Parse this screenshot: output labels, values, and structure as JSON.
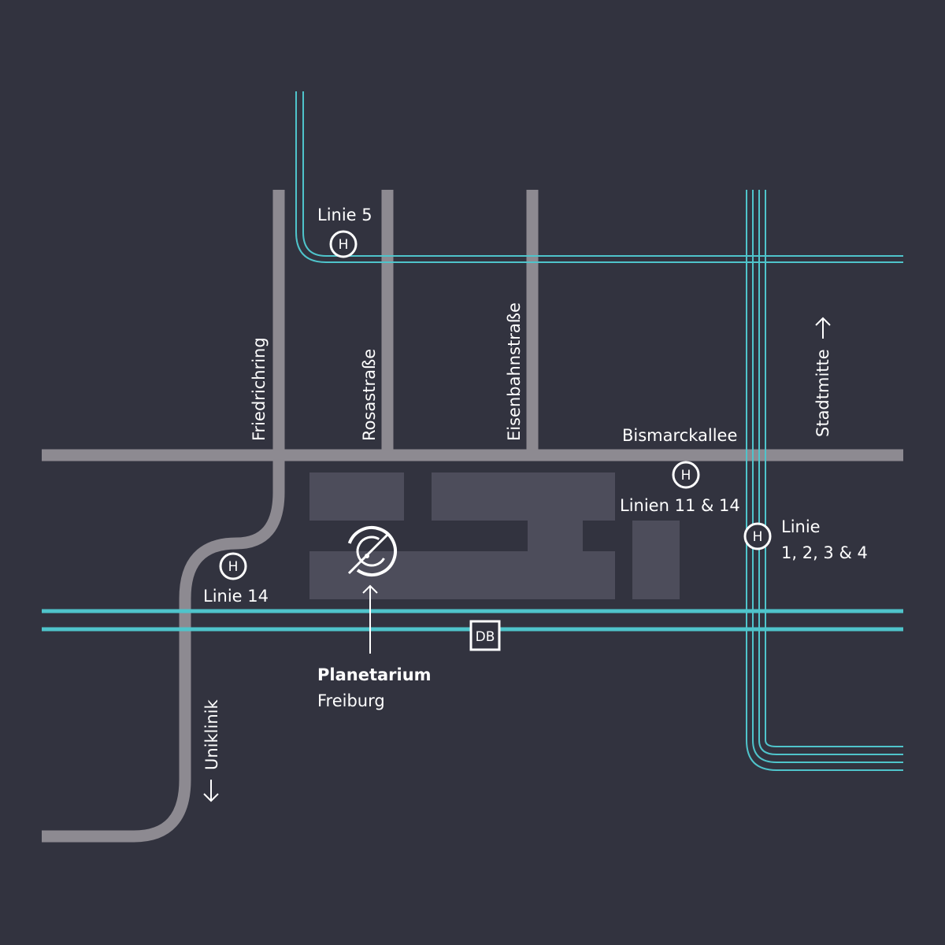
{
  "colors": {
    "background": "#32333f",
    "road": "#8d8a91",
    "tram": "#4fc4cb",
    "building": "#4d4d5b",
    "label": "#ffffff"
  },
  "streets": {
    "friedrichring": "Friedrichring",
    "rosastrasse": "Rosastraße",
    "eisenbahnstrasse": "Eisenbahnstraße",
    "bismarckallee": "Bismarckallee"
  },
  "directions": {
    "stadtmitte": "Stadtmitte",
    "uniklinik": "Uniklinik"
  },
  "stops": {
    "symbol": "H",
    "linie5": "Linie 5",
    "linien11_14": "Linien 11 & 14",
    "linie14": "Linie 14",
    "linie1234_line1": "Linie",
    "linie1234_line2": "1, 2, 3 & 4"
  },
  "rail": {
    "db_label": "DB"
  },
  "destination": {
    "name": "Planetarium",
    "city": "Freiburg",
    "logo_icon": "planetarium-logo-icon"
  }
}
